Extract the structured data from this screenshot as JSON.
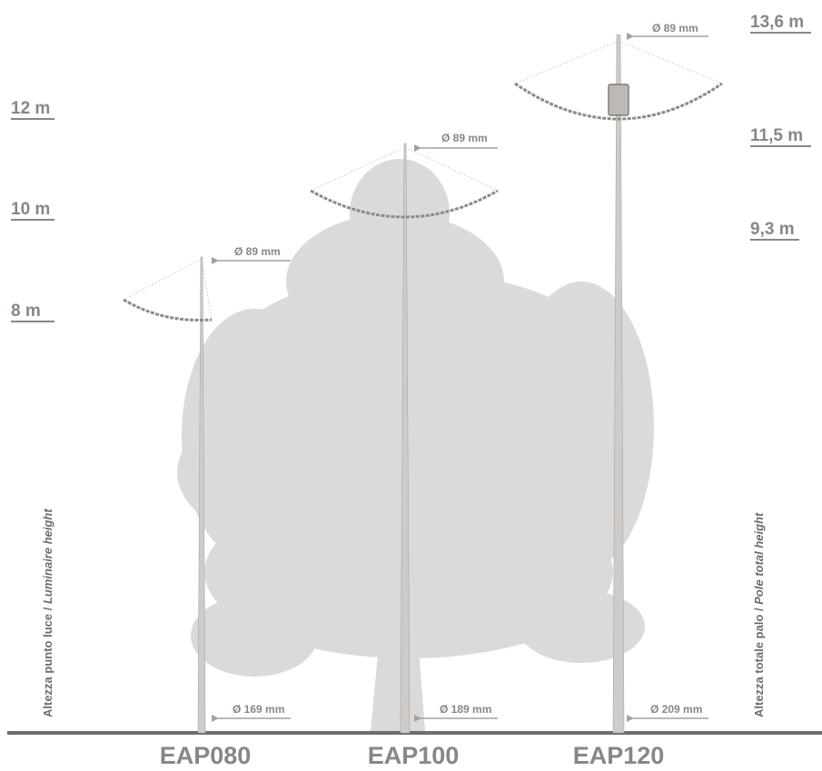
{
  "left_heights": [
    {
      "label": "12 m"
    },
    {
      "label": "10 m"
    },
    {
      "label": "8 m"
    }
  ],
  "right_heights": [
    {
      "label": "13,6 m"
    },
    {
      "label": "11,5 m"
    },
    {
      "label": "9,3 m"
    }
  ],
  "left_caption": {
    "main": "Altezza punto luce / ",
    "italic": "Luminaire height"
  },
  "right_caption": {
    "main": "Altezza totale palo / ",
    "italic": "Pole total height"
  },
  "poles": [
    {
      "model": "EAP080",
      "top_diameter": "Ø 89 mm",
      "base_diameter": "Ø 169 mm"
    },
    {
      "model": "EAP100",
      "top_diameter": "Ø 89 mm",
      "base_diameter": "Ø 189 mm"
    },
    {
      "model": "EAP120",
      "top_diameter": "Ø 89 mm",
      "base_diameter": "Ø 209 mm"
    }
  ],
  "colors": {
    "text": "#8a8682",
    "tree": "#dcdad8",
    "pole": "#cfcbc8",
    "pole_edge": "#a9a5a2",
    "ground": "#6f6c69",
    "arrow": "#a5a19e",
    "luminaire": "#8e8a87"
  }
}
